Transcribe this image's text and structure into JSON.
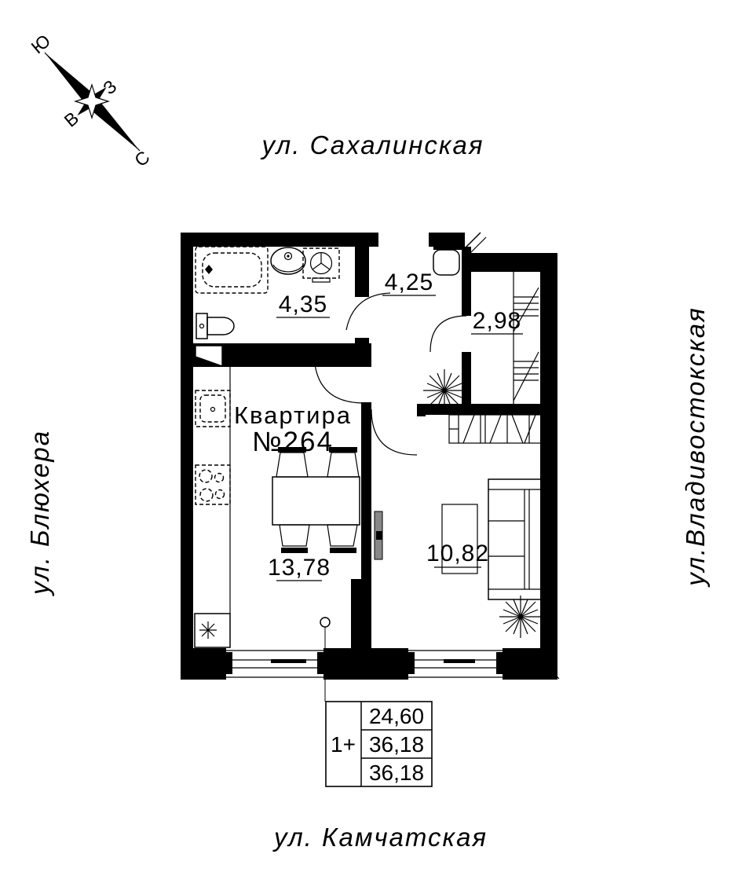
{
  "page": {
    "background": "#ffffff",
    "line_color": "#000000"
  },
  "compass": {
    "south_label": "Ю",
    "west_label": "З",
    "east_label": "В",
    "north_label": "С"
  },
  "streets": {
    "top": "ул. Сахалинская",
    "left": "ул. Блюхера",
    "right": "ул.Владивостокская",
    "bottom": "ул. Камчатская"
  },
  "apartment": {
    "name_line1": "Квартира",
    "name_line2": "№264"
  },
  "rooms": {
    "bathroom": {
      "area": "4,35"
    },
    "hallway": {
      "area": "4,25"
    },
    "wardrobe": {
      "area": "2,98"
    },
    "kitchen_living": {
      "area": "13,78"
    },
    "bedroom": {
      "area": "10,82"
    }
  },
  "info_table": {
    "rooms_label": "1+",
    "rows": [
      "24,60",
      "36,18",
      "36,18"
    ]
  }
}
